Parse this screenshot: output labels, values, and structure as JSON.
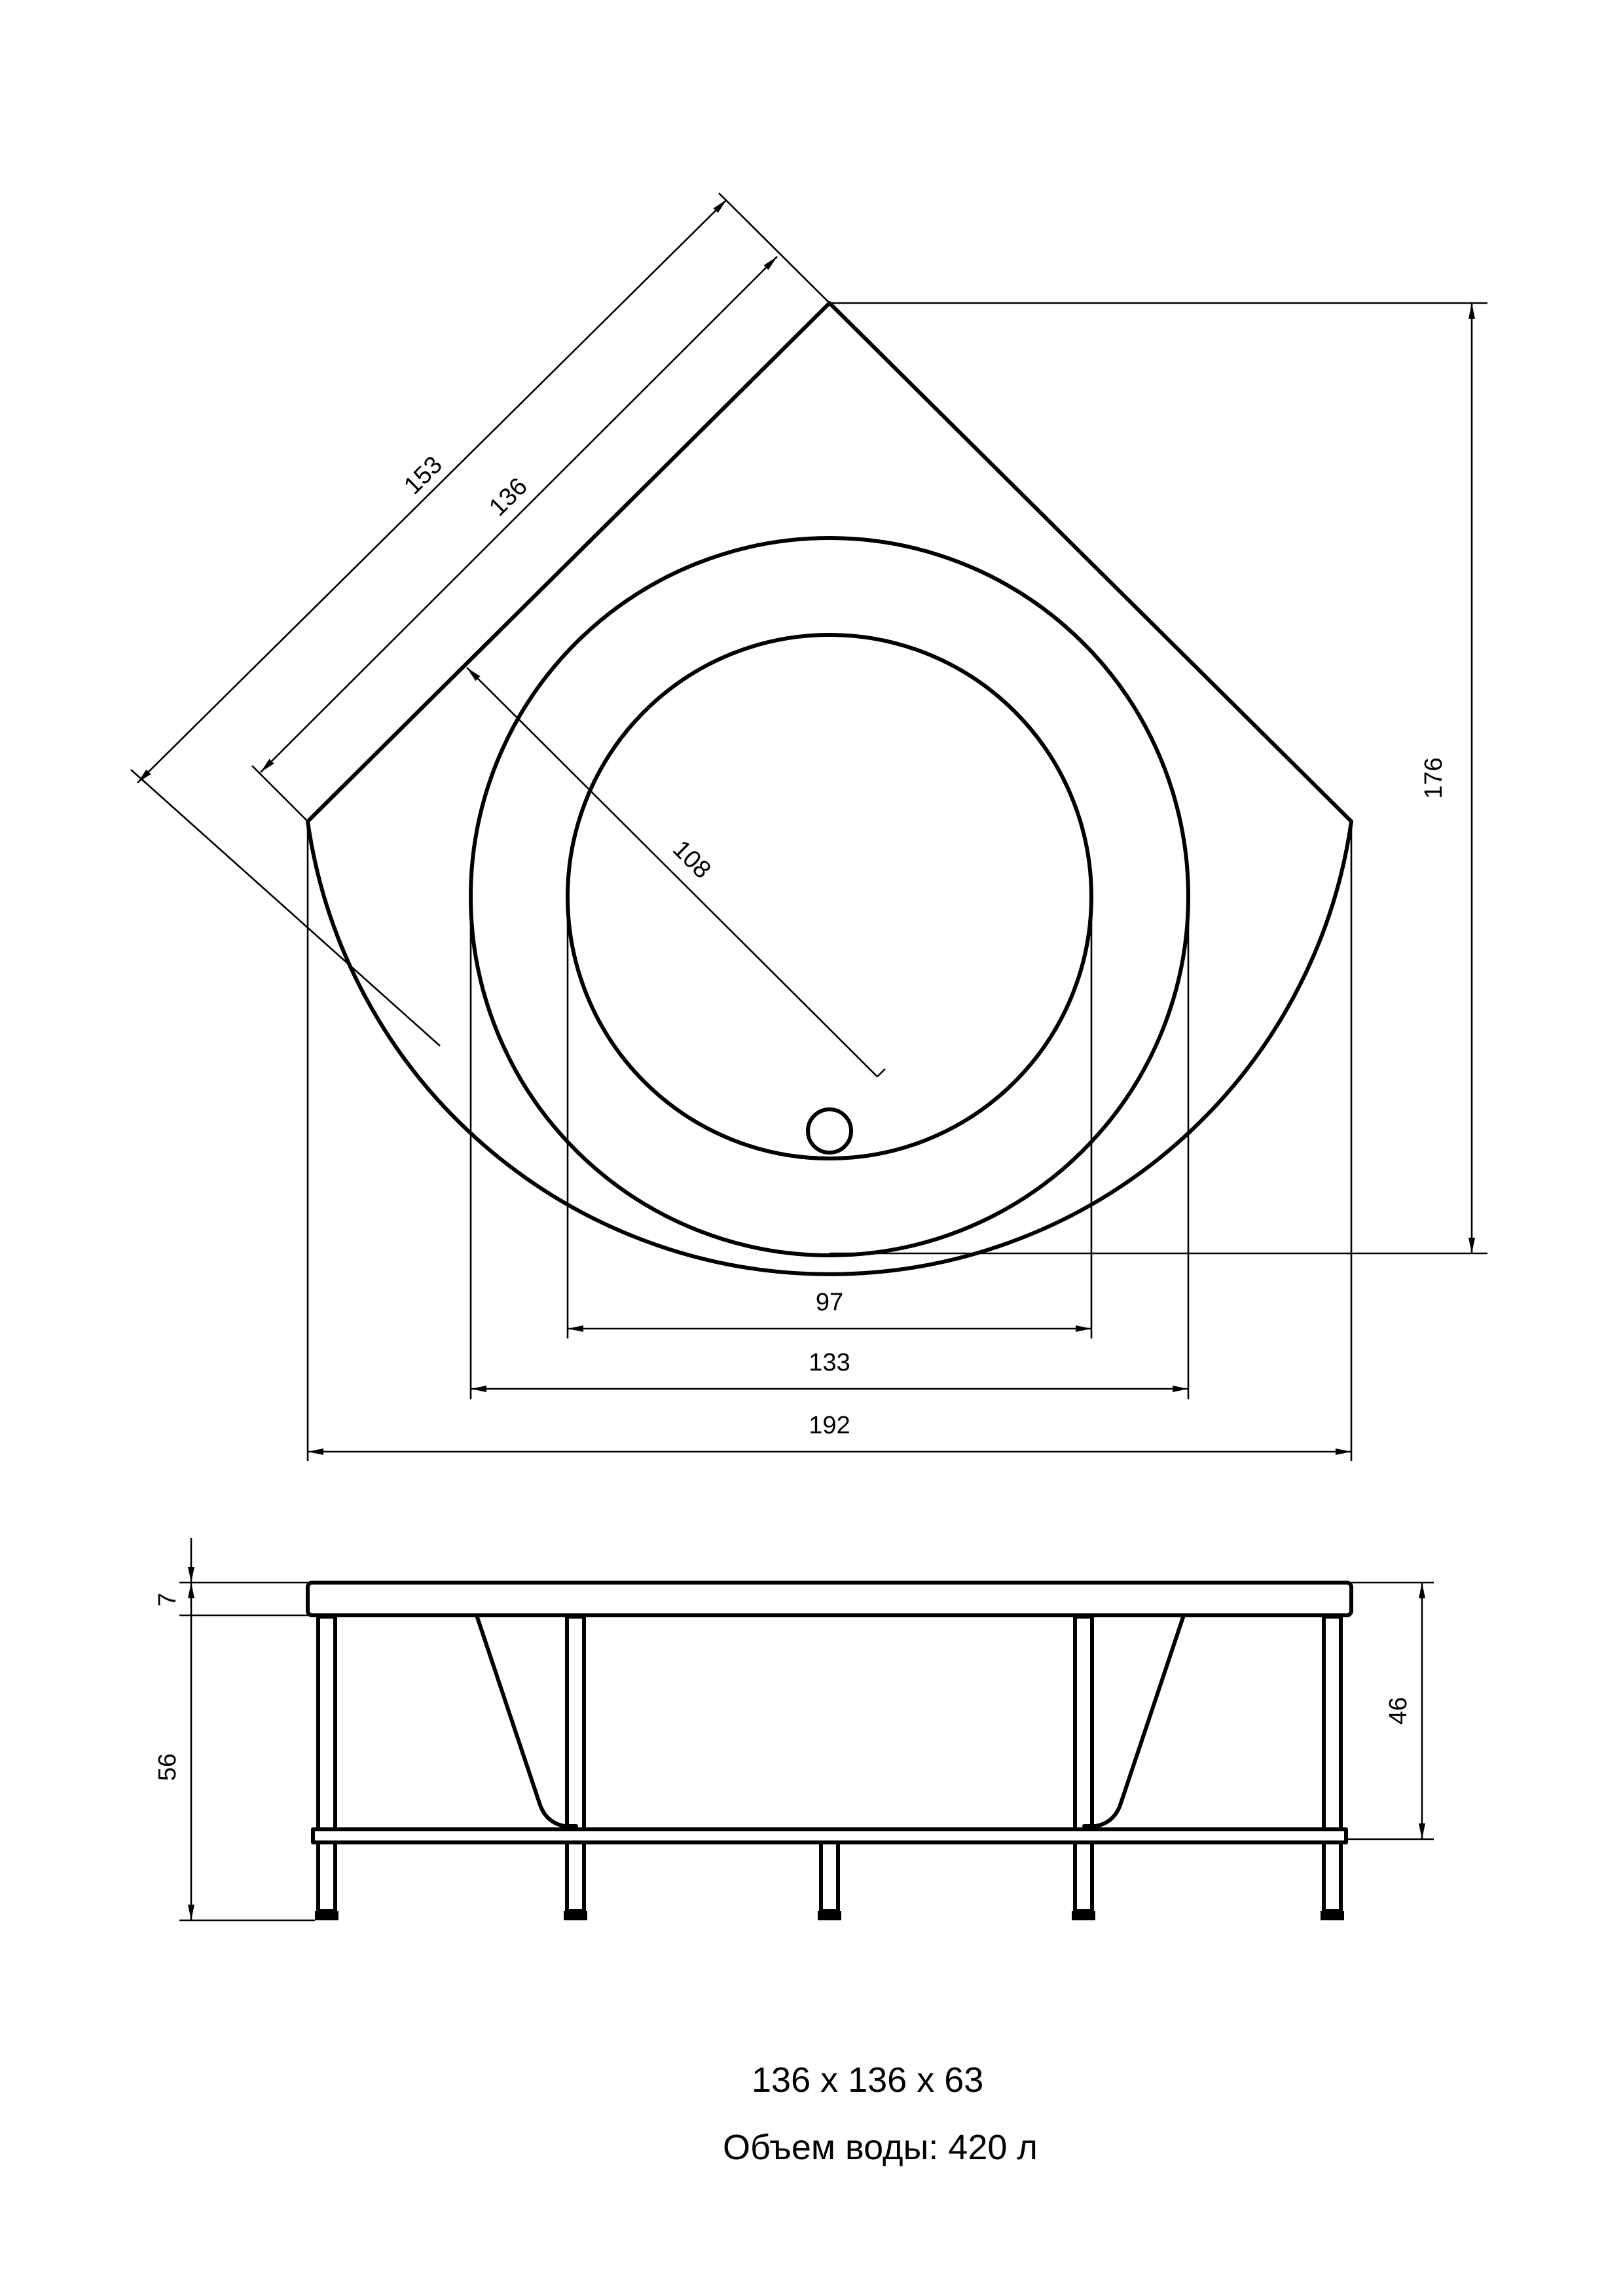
{
  "plan_view": {
    "dimensions": {
      "diag_outer": "153",
      "diag_inner": "136",
      "radius": "108",
      "height": "176",
      "width_inner": "97",
      "width_mid": "133",
      "width_outer": "192"
    }
  },
  "side_view": {
    "dimensions": {
      "rim": "7",
      "frame_height": "56",
      "leg_height": "46"
    }
  },
  "caption": {
    "size": "136 x 136 x 63",
    "volume": "Объем воды: 420 л"
  }
}
